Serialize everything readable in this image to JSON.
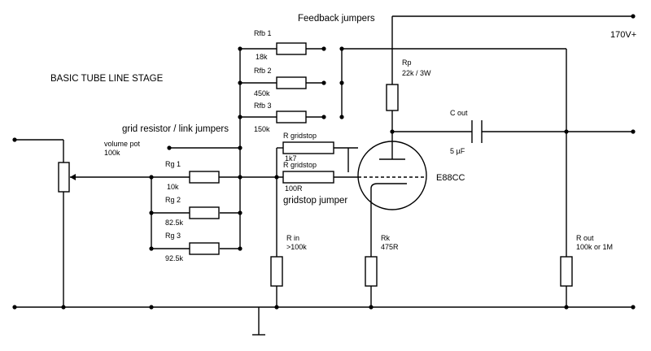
{
  "diagram": {
    "title": "BASIC TUBE LINE STAGE",
    "feedback_jumpers": "Feedback jumpers",
    "grid_jumpers": "grid resistor / link jumpers",
    "gridstop_jumper": "gridstop jumper",
    "supply": "170V+",
    "tube": "E88CC",
    "volume_pot": {
      "name": "volume pot",
      "value": "100k"
    },
    "rfb1": {
      "name": "Rfb 1",
      "value": "18k"
    },
    "rfb2": {
      "name": "Rfb 2",
      "value": "450k"
    },
    "rfb3": {
      "name": "Rfb 3",
      "value": "150k"
    },
    "rp": {
      "name": "Rp",
      "value": "22k / 3W"
    },
    "cout": {
      "name": "C out",
      "value": "5 µF"
    },
    "rg1": {
      "name": "Rg 1",
      "value": "10k"
    },
    "rg2": {
      "name": "Rg 2",
      "value": "82.5k"
    },
    "rg3": {
      "name": "Rg 3",
      "value": "92.5k"
    },
    "rgs1": {
      "name": "R gridstop",
      "value": "1k7"
    },
    "rgs2": {
      "name": "R gridstop",
      "value": "100R"
    },
    "rin": {
      "name": "R in",
      "value": ">100k"
    },
    "rk": {
      "name": "Rk",
      "value": "475R"
    },
    "rout": {
      "name": "R out",
      "value": "100k or 1M"
    }
  }
}
